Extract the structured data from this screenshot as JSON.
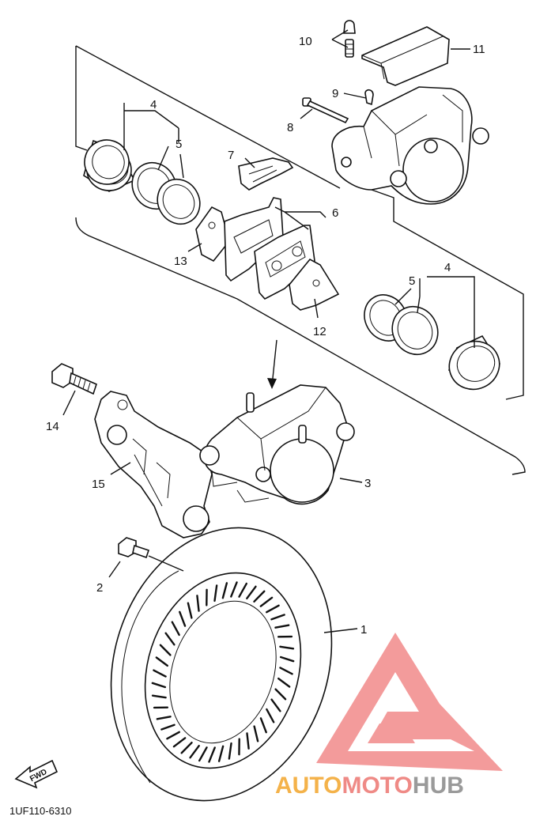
{
  "diagram_code": "1UF110-6310",
  "fwd_label": "FWD",
  "watermark": {
    "part1": "AUTO",
    "part2": "MOTO",
    "part3": "HUB",
    "colors": {
      "auto": "#f4b24a",
      "moto": "#ef8a86",
      "hub": "#9a9a9a",
      "logo": "#f28a8a"
    }
  },
  "callouts": {
    "c1": "1",
    "c2": "2",
    "c3": "3",
    "c4a": "4",
    "c4b": "4",
    "c5a": "5",
    "c5b": "5",
    "c6": "6",
    "c7": "7",
    "c8": "8",
    "c9": "9",
    "c10": "10",
    "c11": "11",
    "c12": "12",
    "c13": "13",
    "c14": "14",
    "c15": "15"
  }
}
